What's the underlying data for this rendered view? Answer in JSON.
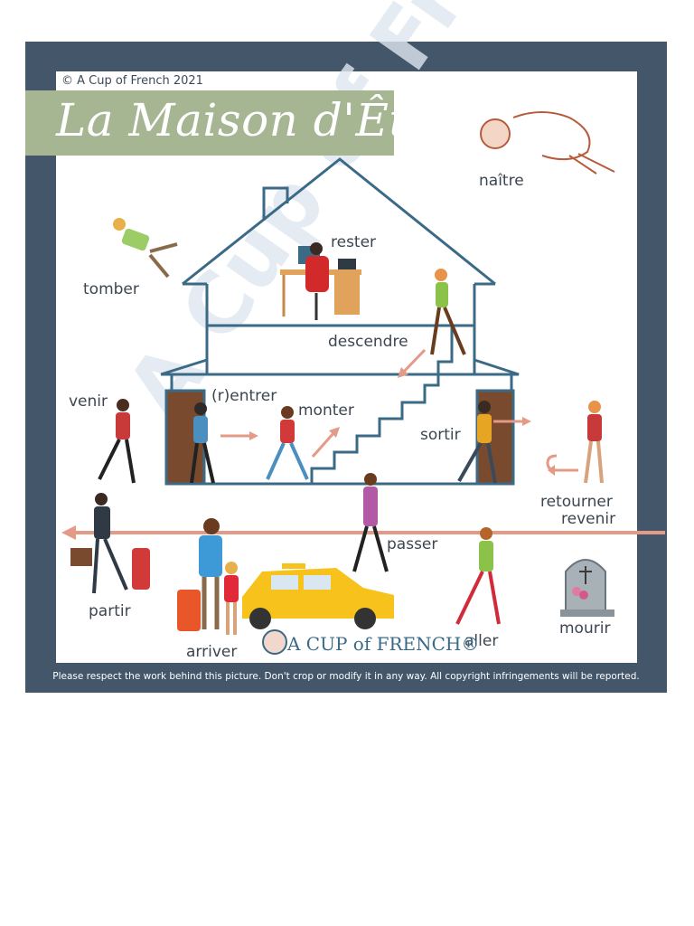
{
  "header": {
    "copyright": "© A Cup of French 2021",
    "title": "La Maison d'Être"
  },
  "verbs": {
    "naitre": "naître",
    "rester": "rester",
    "tomber": "tomber",
    "descendre": "descendre",
    "venir": "venir",
    "rentrer": "(r)entrer",
    "monter": "monter",
    "sortir": "sortir",
    "retourner": "retourner",
    "revenir": "revenir",
    "passer": "passer",
    "partir": "partir",
    "arriver": "arriver",
    "aller": "aller",
    "mourir": "mourir"
  },
  "branding": {
    "logo_text": "A CUP of FRENCH®",
    "watermark": "A Cup of French"
  },
  "footer": {
    "notice": "Please respect the work behind this picture. Don't crop or modify it in any way. All copyright infringements will be reported."
  },
  "colors": {
    "frame": "#43566a",
    "title_band": "#a6b592",
    "house_outline": "#3b6a87",
    "arrow": "#e39a86",
    "text": "#3c4650"
  }
}
